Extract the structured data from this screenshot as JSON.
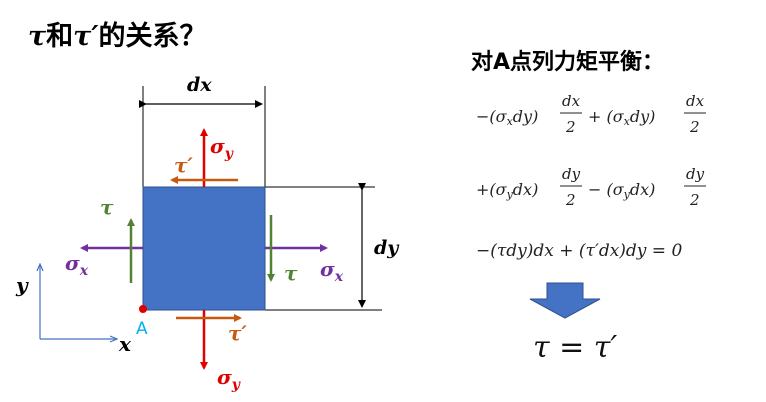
{
  "title": {
    "prefix": "τ",
    "middle": "和",
    "tau_prime": "τ′",
    "suffix": "的关系？"
  },
  "balance": {
    "heading": "对A点列力矩平衡：",
    "eq1": "−(σₓdy) dx/2 + (σₓdy) dx/2",
    "eq2": "+(σᵧdx) dy/2 − (σᵧdx) dy/2",
    "eq3": "−(τdy)dx + (τ′dx)dy = 0",
    "result": "τ = τ′"
  },
  "diagram": {
    "dim_dx": "dx",
    "dim_dy": "dy",
    "axis_x": "x",
    "axis_y": "y",
    "point_label": "A",
    "sigma_x": "σ",
    "sigma_x_sub": "x",
    "sigma_y": "σ",
    "sigma_y_sub": "y",
    "tau": "τ",
    "tau_prime": "τ′"
  },
  "colors": {
    "element": "#4472c4",
    "sigma_y": "#e00000",
    "sigma_x": "#7030a0",
    "tau": "#548235",
    "tau_prime": "#c55a11",
    "point": "#e00000",
    "point_label": "#00b0f0",
    "axes": "#4472c4",
    "down_arrow": "#4472c4"
  }
}
